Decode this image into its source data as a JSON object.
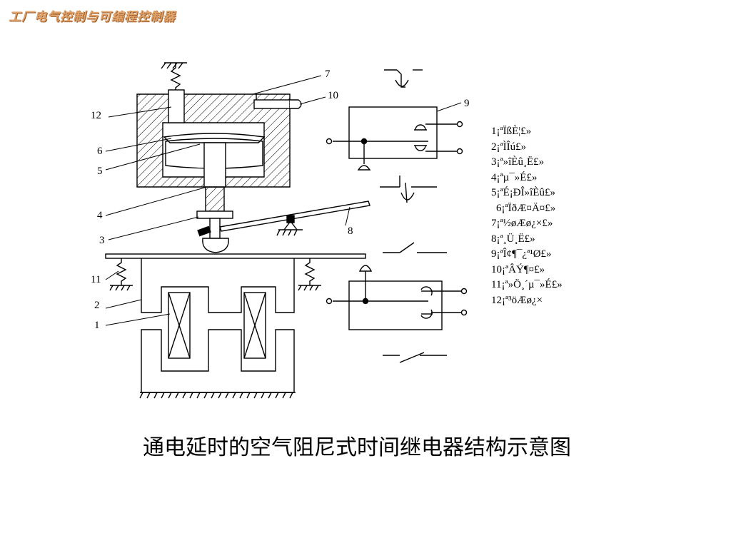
{
  "header": {
    "title": "工厂电气控制与可编程控制器"
  },
  "labels": {
    "n1": "1",
    "n2": "2",
    "n3": "3",
    "n4": "4",
    "n5": "5",
    "n6": "6",
    "n7": "7",
    "n8": "8",
    "n9": "9",
    "n10": "10",
    "n11": "11",
    "n12": "12"
  },
  "legend": [
    "1¡ªÏßÈ¦£»",
    "2¡ªÌÎú£»",
    "3¡ª»îÈû¸Ë£»",
    "4¡ªµ¯»É£»",
    "5¡ªÉ¡ÐÎ»îÈû£»",
    "6¡ªÏðÆ¤Ä¤£»",
    "7¡ª½øÆø¿×£»",
    "8¡ª¸Ü¸Ë£»",
    "9¡ªÎ¢¶¯¿ª¹Ø£»",
    "10¡ªÂÝ¶¤£»",
    "11¡ª»Ö¸´µ¯»É£»",
    "12¡ª³öÆø¿×"
  ],
  "caption": "通电延时的空气阻尼式时间继电器结构示意图"
}
